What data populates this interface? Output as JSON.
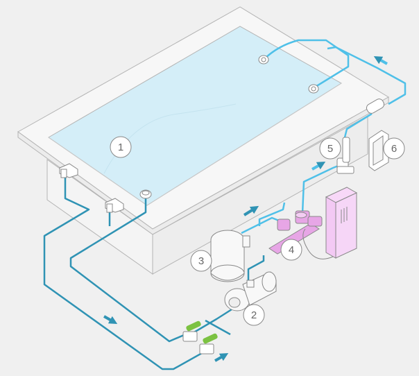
{
  "colors": {
    "background": "#f0f0f0",
    "outline": "#b4b4b4",
    "water": "#d4eef8",
    "suction_pipe": "#2f93b4",
    "return_pipe": "#4fc0e8",
    "flow_arrow": "#2f93b4",
    "valve_handle": "#7cc242",
    "chlorinator": "#e7a6e6",
    "control_box": "#f3c9f4"
  },
  "callouts": [
    {
      "label": "1",
      "component": "pool-basin"
    },
    {
      "label": "2",
      "component": "pump"
    },
    {
      "label": "3",
      "component": "sand-filter"
    },
    {
      "label": "4",
      "component": "chlorinator-cell"
    },
    {
      "label": "5",
      "component": "heat-pump-valve"
    },
    {
      "label": "6",
      "component": "uv-sterilizer"
    }
  ],
  "flow_arrow_icons": [
    "arrow-right-icon",
    "arrow-up-right-icon"
  ]
}
